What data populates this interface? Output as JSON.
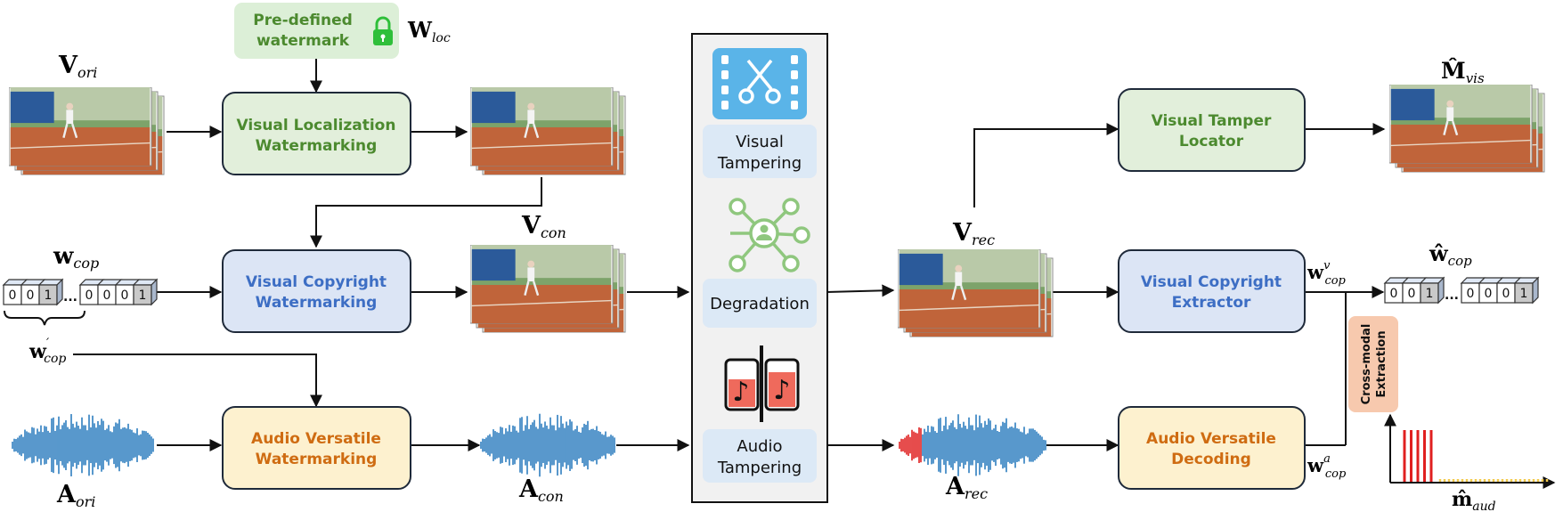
{
  "watermark": {
    "line1": "Pre-defined",
    "line2": "watermark"
  },
  "boxes": {
    "vlw": {
      "line1": "Visual Localization",
      "line2": "Watermarking"
    },
    "vcw": {
      "line1": "Visual Copyright",
      "line2": "Watermarking"
    },
    "avw": {
      "line1": "Audio Versatile",
      "line2": "Watermarking"
    },
    "vtl": {
      "line1": "Visual Tamper",
      "line2": "Locator"
    },
    "vce": {
      "line1": "Visual Copyright",
      "line2": "Extractor"
    },
    "avd": {
      "line1": "Audio Versatile",
      "line2": "Decoding"
    }
  },
  "attack": {
    "visual_line1": "Visual",
    "visual_line2": "Tampering",
    "degradation": "Degradation",
    "audio_line1": "Audio",
    "audio_line2": "Tampering"
  },
  "cross_modal": {
    "line1": "Cross-modal",
    "line2": "Extraction"
  },
  "bit_groups": {
    "left_a": [
      "0",
      "0",
      "1"
    ],
    "left_b": [
      "0",
      "0",
      "0",
      "1"
    ],
    "right_a": [
      "0",
      "0",
      "1"
    ],
    "right_b": [
      "0",
      "0",
      "0",
      "1"
    ],
    "ellipsis": "..."
  },
  "symbols": {
    "w_loc": {
      "base": "W",
      "sub": "loc"
    },
    "v_ori": {
      "base": "V",
      "sub": "ori"
    },
    "v_con": {
      "base": "V",
      "sub": "con"
    },
    "v_rec": {
      "base": "V",
      "sub": "rec"
    },
    "w_cop": {
      "base": "w",
      "sub": "cop"
    },
    "w_cop_prime": {
      "base": "w",
      "sup": "′",
      "sub": "cop"
    },
    "a_ori": {
      "base": "A",
      "sub": "ori"
    },
    "a_con": {
      "base": "A",
      "sub": "con"
    },
    "a_rec": {
      "base": "A",
      "sub": "rec"
    },
    "m_vis": {
      "base": "M̂",
      "sub": "vis"
    },
    "w_cop_hat": {
      "base": "ŵ",
      "sub": "cop"
    },
    "w_cop_v": {
      "base": "w",
      "sup": "v",
      "sub": "cop"
    },
    "w_cop_a": {
      "base": "w",
      "sup": "a",
      "sub": "cop"
    },
    "m_aud": {
      "base": "m̂",
      "sub": "aud"
    }
  },
  "colors": {
    "green_text": "#4c8a2f",
    "blue_text": "#3d6ec4",
    "orange_text": "#cf6c12",
    "waveform": "#2f7fc0",
    "tamper_red": "#e02020"
  }
}
